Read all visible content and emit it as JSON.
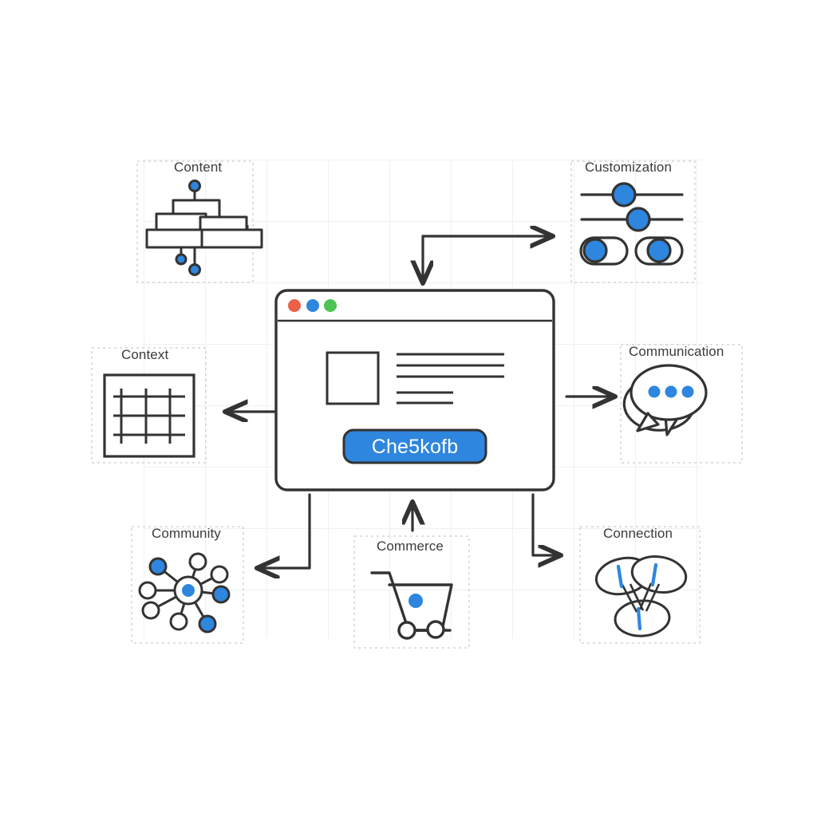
{
  "diagram": {
    "title_absent": true,
    "background_color": "#ffffff",
    "grid_color": "#f0f0f0",
    "accent_blue": "#2E86DE",
    "stroke_color": "#333333",
    "dashed_border_color": "#cccccc"
  },
  "center": {
    "name": "browser-window",
    "titlebar": {
      "dots": [
        {
          "name": "close-dot",
          "color": "#EC6049"
        },
        {
          "name": "minimize-dot",
          "color": "#2E86DE"
        },
        {
          "name": "maximize-dot",
          "color": "#4CC355"
        }
      ]
    },
    "content": {
      "image_placeholder": "image-placeholder",
      "text_lines": 5
    },
    "cta_button": {
      "label": "Che5kofb",
      "fill": "#2E86DE",
      "text_color": "#ffffff"
    }
  },
  "modules": [
    {
      "id": "content",
      "label": "Content",
      "icon": "hierarchy-tree-icon",
      "position": "top-left"
    },
    {
      "id": "customization",
      "label": "Customization",
      "icon": "sliders-toggles-icon",
      "position": "top-right"
    },
    {
      "id": "context",
      "label": "Context",
      "icon": "grid-frame-icon",
      "position": "middle-left"
    },
    {
      "id": "communication",
      "label": "Communication",
      "icon": "speech-bubbles-icon",
      "position": "middle-right"
    },
    {
      "id": "community",
      "label": "Community",
      "icon": "network-hub-icon",
      "position": "bottom-left"
    },
    {
      "id": "commerce",
      "label": "Commerce",
      "icon": "shopping-cart-icon",
      "position": "bottom-center"
    },
    {
      "id": "connection",
      "label": "Connection",
      "icon": "linked-nodes-icon",
      "position": "bottom-right"
    }
  ],
  "arrows": [
    {
      "name": "arrow-to-customization",
      "from": "browser-window",
      "to": "customization",
      "shape": "elbow-up-right"
    },
    {
      "name": "arrow-into-window-top",
      "from": "customization-path",
      "to": "browser-window",
      "shape": "down"
    },
    {
      "name": "arrow-to-context",
      "from": "browser-window",
      "to": "context",
      "shape": "left"
    },
    {
      "name": "arrow-to-communication",
      "from": "browser-window",
      "to": "communication",
      "shape": "right"
    },
    {
      "name": "arrow-to-community",
      "from": "browser-window",
      "to": "community",
      "shape": "elbow-down-left"
    },
    {
      "name": "arrow-from-commerce",
      "from": "commerce",
      "to": "browser-window",
      "shape": "up"
    },
    {
      "name": "arrow-to-connection",
      "from": "browser-window",
      "to": "connection",
      "shape": "elbow-down-right"
    }
  ]
}
